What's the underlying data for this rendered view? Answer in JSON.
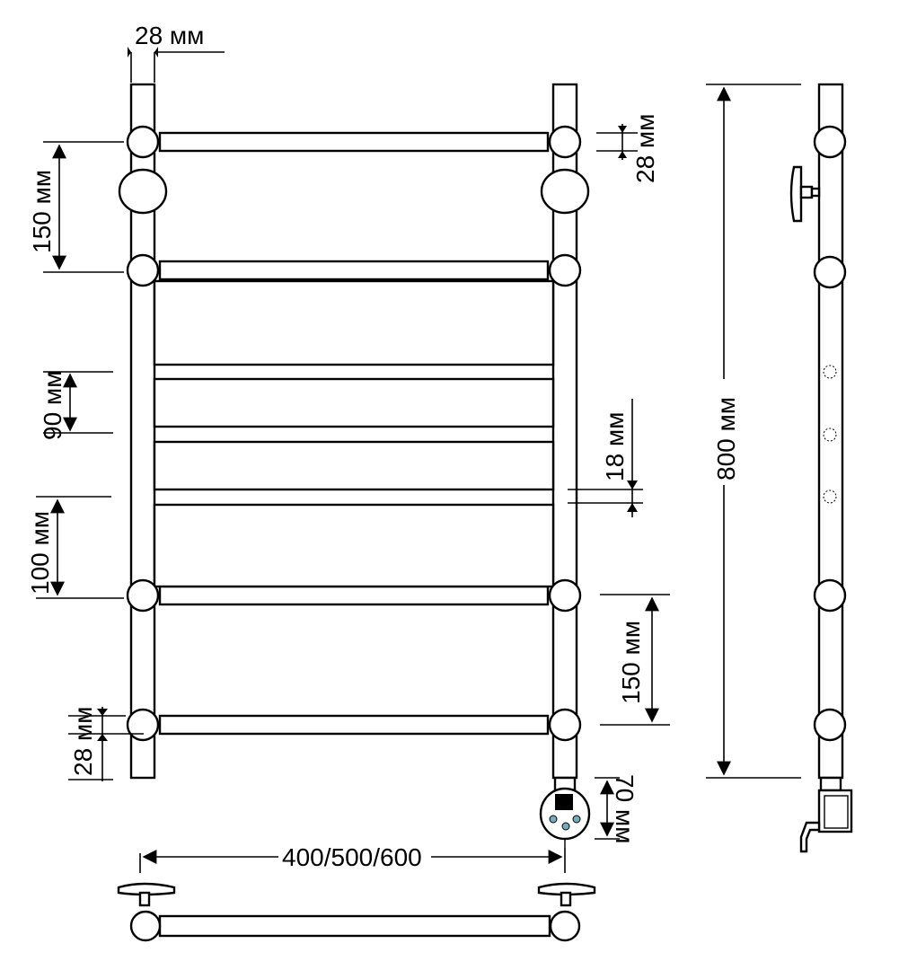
{
  "drawing": {
    "dimensions": {
      "tube_diameter_top": "28 мм",
      "bar_diameter_right": "28 мм",
      "upper_pitch_left": "150 мм",
      "shelf_pitch_left": "90 мм",
      "shelf_thickness_right": "18 мм",
      "lower_pitch_left": "100 мм",
      "lower_pitch_right": "150 мм",
      "bar_diameter_bottom_left": "28 мм",
      "heater_height": "70 мм",
      "width_options": "400/500/600",
      "total_height": "800 мм"
    }
  }
}
